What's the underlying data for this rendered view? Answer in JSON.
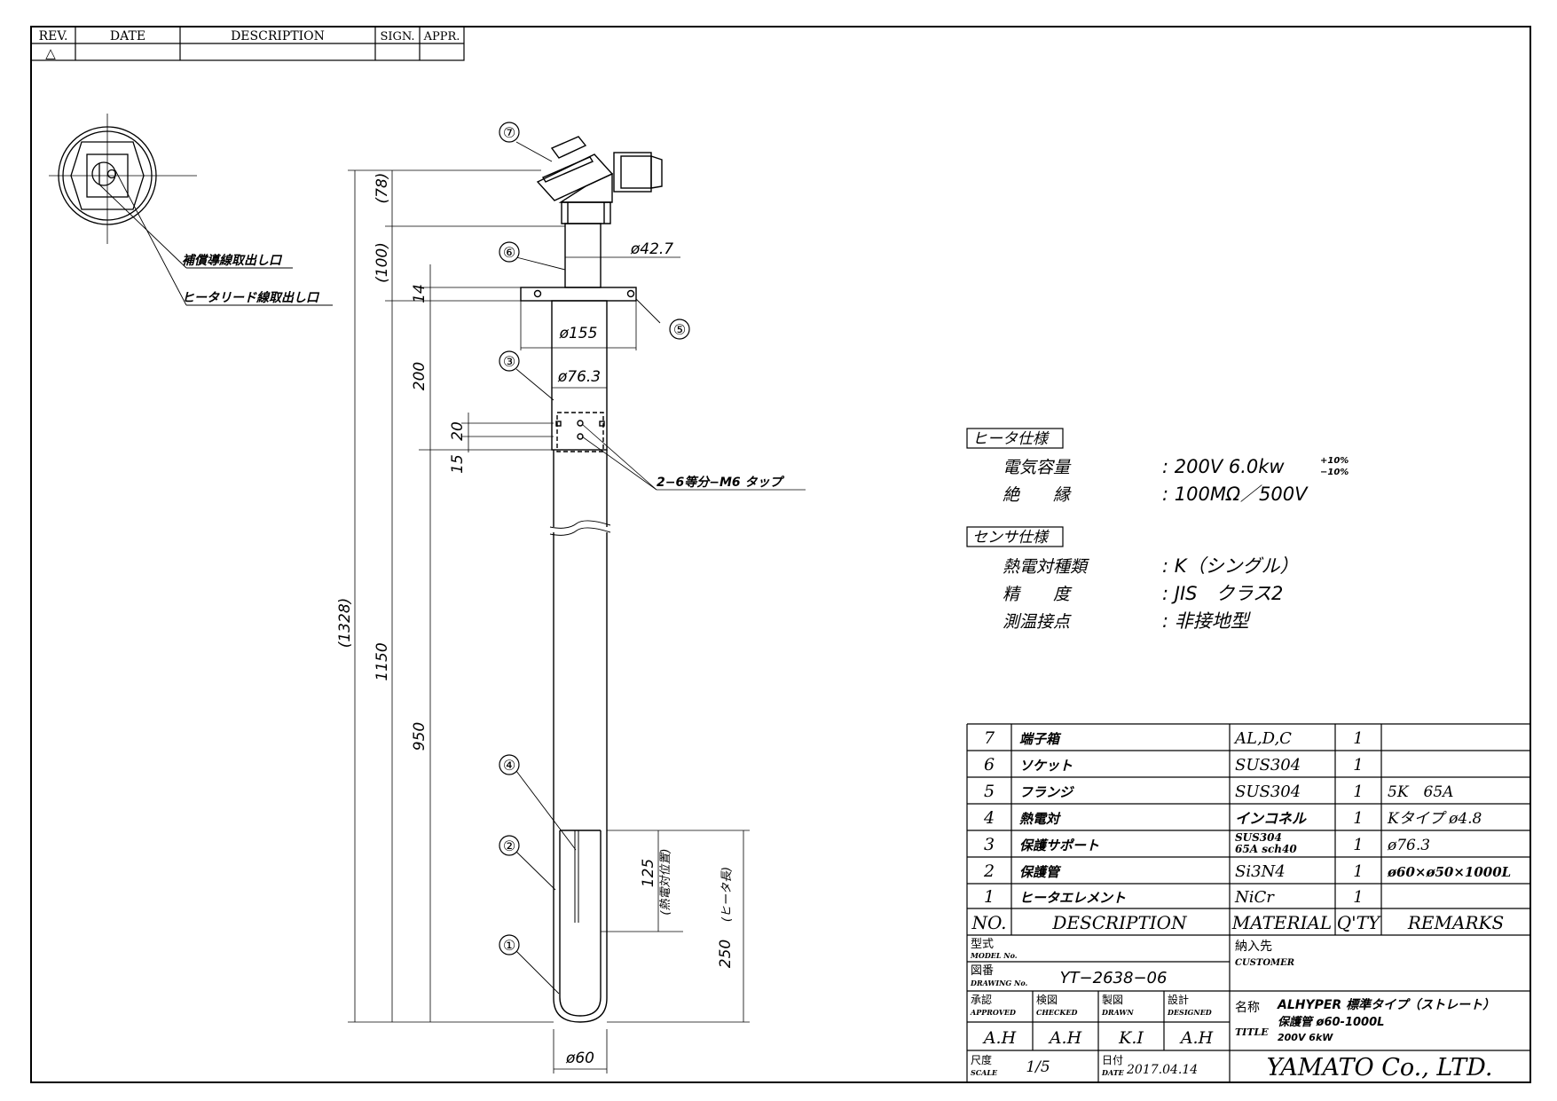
{
  "revision_table": {
    "headers": [
      "REV.",
      "DATE",
      "DESCRIPTION",
      "SIGN.",
      "APPR."
    ],
    "row_mark": "△"
  },
  "callouts": {
    "c1": "①",
    "c2": "②",
    "c3": "③",
    "c4": "④",
    "c5": "⑤",
    "c6": "⑥",
    "c7": "⑦"
  },
  "top_view_labels": {
    "comp_wire": "補償導線取出し口",
    "heater_lead": "ヒータリード線取出し口"
  },
  "dimensions": {
    "d_1328": "(1328)",
    "d_78": "(78)",
    "d_100": "(100)",
    "d_14": "14",
    "d_200": "200",
    "d_20": "20",
    "d_15": "15",
    "d_1150": "1150",
    "d_950": "950",
    "d_125": "125",
    "d_125_note": "(熱電対位置)",
    "d_250": "250",
    "d_250_note": "(ヒータ長)",
    "phi_427": "ø42.7",
    "phi_155": "ø155",
    "phi_763": "ø76.3",
    "phi_60": "ø60",
    "tap_note": "2−6等分−M6 タップ"
  },
  "heater_spec": {
    "title": "ヒータ仕様",
    "rows": [
      {
        "label": "電気容量",
        "value": ": 200V 6.0kw",
        "sup": "+10%",
        "sub": "−10%"
      },
      {
        "label": "絶　　縁",
        "value": ": 100MΩ／500V"
      }
    ]
  },
  "sensor_spec": {
    "title": "センサ仕様",
    "rows": [
      {
        "label": "熱電対種類",
        "value": ": K（シングル）"
      },
      {
        "label": "精　　度",
        "value": ": JIS　クラス2"
      },
      {
        "label": "測温接点",
        "value": ": 非接地型"
      }
    ]
  },
  "parts_list": {
    "headers": {
      "no": "NO.",
      "description": "DESCRIPTION",
      "material": "MATERIAL",
      "qty": "Q'TY",
      "remarks": "REMARKS"
    },
    "rows": [
      {
        "no": "7",
        "description": "端子箱",
        "material": "AL,D,C",
        "qty": "1",
        "remarks": ""
      },
      {
        "no": "6",
        "description": "ソケット",
        "material": "SUS304",
        "qty": "1",
        "remarks": ""
      },
      {
        "no": "5",
        "description": "フランジ",
        "material": "SUS304",
        "qty": "1",
        "remarks": "5K　65A"
      },
      {
        "no": "4",
        "description": "熱電対",
        "material": "インコネル",
        "qty": "1",
        "remarks": "Kタイプ ø4.8"
      },
      {
        "no": "3",
        "description": "保護サポート",
        "material": "SUS304\n65A sch40",
        "material_line1": "SUS304",
        "material_line2": "65A sch40",
        "qty": "1",
        "remarks": "ø76.3"
      },
      {
        "no": "2",
        "description": "保護管",
        "material": "Si3N4",
        "qty": "1",
        "remarks": "ø60×ø50×1000L"
      },
      {
        "no": "1",
        "description": "ヒータエレメント",
        "material": "NiCr",
        "qty": "1",
        "remarks": ""
      }
    ]
  },
  "title_block": {
    "model_label_jp": "型式",
    "model_label_en": "MODEL No.",
    "drawing_label_jp": "図番",
    "drawing_label_en": "DRAWING No.",
    "drawing_no": "YT−2638−06",
    "customer_label_jp": "納入先",
    "customer_label_en": "CUSTOMER",
    "approved_jp": "承認",
    "approved_en": "APPROVED",
    "approved_val": "A.H",
    "checked_jp": "検図",
    "checked_en": "CHECKED",
    "checked_val": "A.H",
    "drawn_jp": "製図",
    "drawn_en": "DRAWN",
    "drawn_val": "K.I",
    "designed_jp": "設計",
    "designed_en": "DESIGNED",
    "designed_val": "A.H",
    "name_label_jp": "名称",
    "title_label_en": "TITLE",
    "title_line1": "ALHYPER 標準タイプ（ストレート）",
    "title_line2": "保護管 ø60-1000L",
    "title_line3": "200V 6kW",
    "scale_jp": "尺度",
    "scale_en": "SCALE",
    "scale_val": "1/5",
    "date_jp": "日付",
    "date_en": "DATE",
    "date_val": "2017.04.14",
    "company": "YAMATO Co., LTD."
  }
}
